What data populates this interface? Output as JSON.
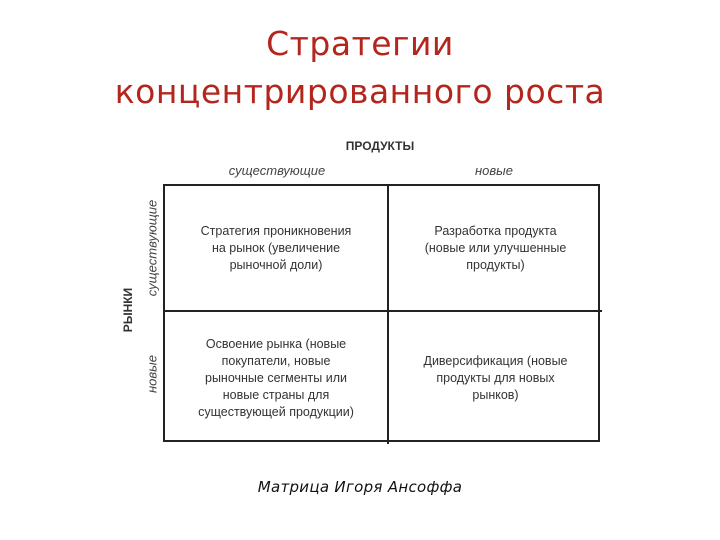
{
  "title": {
    "line1": "Стратегии",
    "line2": "концентрированного роста"
  },
  "matrix": {
    "products_axis": "ПРОДУКТЫ",
    "markets_axis": "РЫНКИ",
    "columns": [
      "существующие",
      "новые"
    ],
    "rows": [
      "существующие",
      "новые"
    ],
    "cells": {
      "existing_market_existing_product": "Стратегия проникновения\nна рынок (увеличение\nрыночной доли)",
      "existing_market_new_product": "Разработка продукта\n(новые или улучшенные\nпродукты)",
      "new_market_existing_product": "Освоение рынка (новые\nпокупатели, новые\nрыночные сегменты или\nновые страны для\nсуществующей продукции)",
      "new_market_new_product": "Диверсификация (новые\nпродукты для новых\nрынков)"
    }
  },
  "caption": "Матрица Игоря Ансоффа",
  "colors": {
    "title": "#b3261e",
    "grid": "#222222",
    "text": "#333333"
  }
}
